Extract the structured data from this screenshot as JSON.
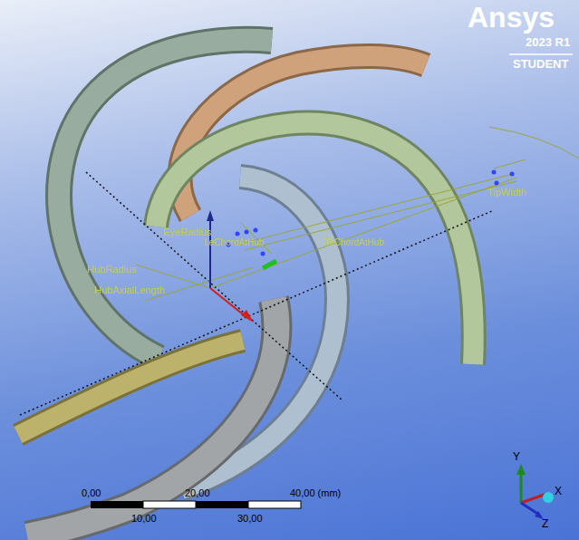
{
  "diagram": {
    "labels": [
      "Ansys",
      "2023 R1",
      "STUDENT",
      "EyeRadius",
      "HubRadius",
      "HubAxialLength",
      "LeChordAtHub",
      "TeChordAtHub",
      "TipWidth",
      "0,00",
      "20,00",
      "40,00 (mm)",
      "10,00",
      "30,00",
      "Y",
      "X",
      "Z"
    ]
  }
}
